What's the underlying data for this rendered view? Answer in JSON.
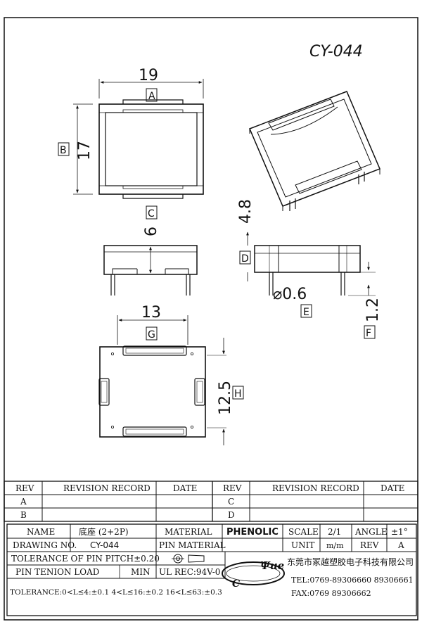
{
  "title": {
    "part_no": "CY-044"
  },
  "dims": {
    "top_width": "19",
    "top_width_tag": "A",
    "top_height": "17",
    "top_height_tag": "B",
    "side_height": "6",
    "side_height_tag": "C",
    "pin_height": "4.8",
    "pin_height_tag": "D",
    "pin_dia": "⌀0.6",
    "pin_dia_tag": "E",
    "pin_len": "1.2",
    "pin_len_tag": "F",
    "bottom_width": "13",
    "bottom_width_tag": "G",
    "bottom_height": "12.5",
    "bottom_height_tag": "H"
  },
  "revision": {
    "col_rev": "REV",
    "col_record": "REVISION RECORD",
    "col_date": "DATE",
    "rows_left": [
      "A",
      "B"
    ],
    "rows_right": [
      "C",
      "D"
    ]
  },
  "titleblock": {
    "name_label": "NAME",
    "name_value": "底座 (2+2P)",
    "material_label": "MATERIAL",
    "material_value": "PHENOLIC",
    "scale_label": "SCALE",
    "scale_value": "2/1",
    "angle_label": "ANGLE",
    "angle_value": "±1°",
    "drawing_label": "DRAWING NO.",
    "drawing_value": "CY-044",
    "pin_material_label": "PIN MATERIAL",
    "unit_label": "UNIT",
    "unit_value": "m/m",
    "rev_label": "REV",
    "rev_value": "A",
    "pitch_tol": "TOLERANCE OF PIN PITCH±0.20",
    "company": "东莞市冢越塑胶电子科技有限公司",
    "tension_label": "PIN TENION LOAD",
    "tension_min": "MIN",
    "ul": "UL REC:94V-0",
    "tel": "TEL:0769-89306660 89306661",
    "fax": "FAX:0769 89306662",
    "tolerance": "TOLERANCE:0<L≤4:±0.1  4<L≤16:±0.2  16<L≤63:±0.3",
    "logo_letters": "Ψue"
  }
}
